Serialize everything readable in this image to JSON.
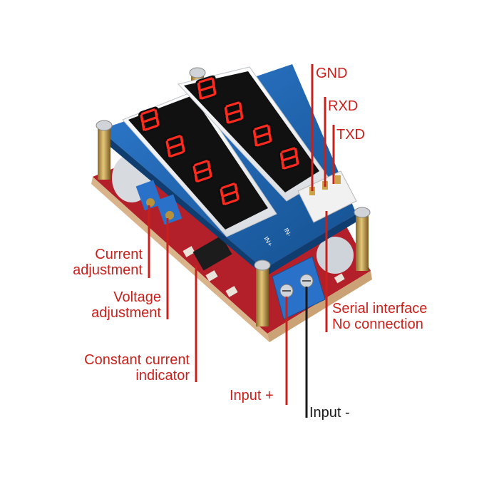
{
  "labels": {
    "gnd": "GND",
    "rxd": "RXD",
    "txd": "TXD",
    "current_adjustment": [
      "Current",
      "adjustment"
    ],
    "voltage_adjustment": [
      "Voltage",
      "adjustment"
    ],
    "constant_current_indicator": [
      "Constant current",
      "indicator"
    ],
    "serial_interface": [
      "Serial interface",
      "No connection"
    ],
    "input_plus": "Input +",
    "input_minus": "Input -"
  },
  "board_marks": {
    "in_minus": "IN-",
    "in_plus": "IN+"
  },
  "colors": {
    "callout_red": "#c8211c",
    "callout_black": "#1a1a1a",
    "pcb_blue": "#1f63b8",
    "pcb_red": "#b3202a",
    "display_red": "#e8231c",
    "terminal_blue": "#2a72c9"
  }
}
